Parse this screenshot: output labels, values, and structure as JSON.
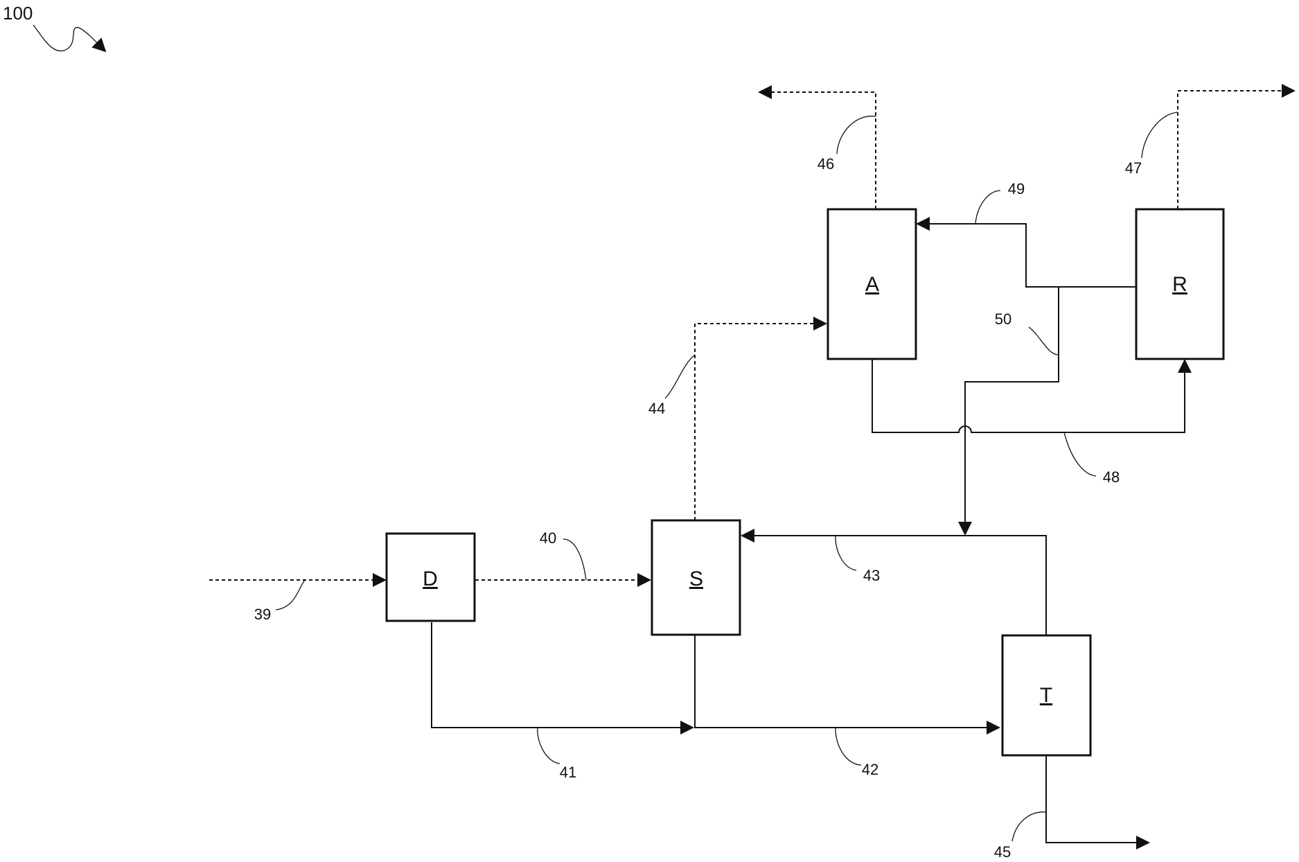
{
  "figure": {
    "reference": "100"
  },
  "units": {
    "D": "D",
    "S": "S",
    "A": "A",
    "R": "R",
    "T": "T"
  },
  "streams": {
    "s39": "39",
    "s40": "40",
    "s41": "41",
    "s42": "42",
    "s43": "43",
    "s44": "44",
    "s45": "45",
    "s46": "46",
    "s47": "47",
    "s48": "48",
    "s49": "49",
    "s50": "50"
  }
}
